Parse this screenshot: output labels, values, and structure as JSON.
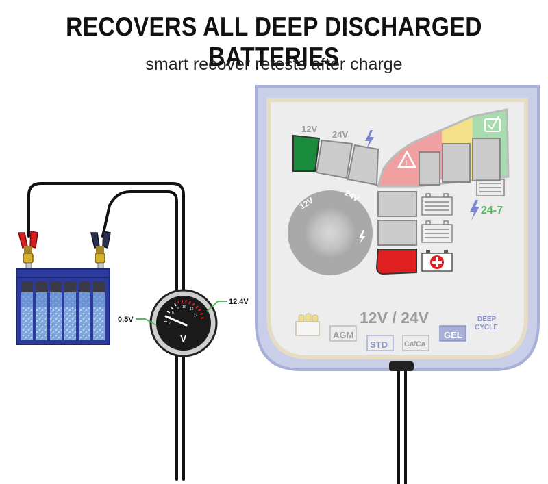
{
  "headline": "RECOVERS ALL DEEP DISCHARGED BATTERIES",
  "subheadline": "smart recover retests after charge",
  "voltmeter": {
    "start_reading": "0.5V",
    "end_reading": "12.4V",
    "dial_unit": "V",
    "scale_ticks": [
      "2",
      "4",
      "6",
      "8",
      "10",
      "12",
      "14"
    ]
  },
  "charger_panel": {
    "voltage_12_label": "12V",
    "voltage_24_label": "24V",
    "knob_12_label": "12V",
    "knob_24_label": "24V",
    "maintenance_label": "24-7",
    "voltage_range_label": "12V / 24V",
    "battery_types": {
      "agm": "AGM",
      "std": "STD",
      "caca": "Ca/Ca",
      "gel": "GEL",
      "deep_cycle_line1": "DEEP",
      "deep_cycle_line2": "CYCLE"
    }
  },
  "colors": {
    "panel_border": "#a9b0d8",
    "panel_face": "#ededed",
    "status_green": "#1a8a3c",
    "error_red": "#e02020",
    "bar_red": "#f0a0a0",
    "bar_yellow": "#f5e08a",
    "bar_green": "#a8dcae",
    "battery_blue": "#2b3a9c",
    "clamp_red": "#d62020",
    "label_green": "#58b860",
    "cable": "#111111"
  }
}
